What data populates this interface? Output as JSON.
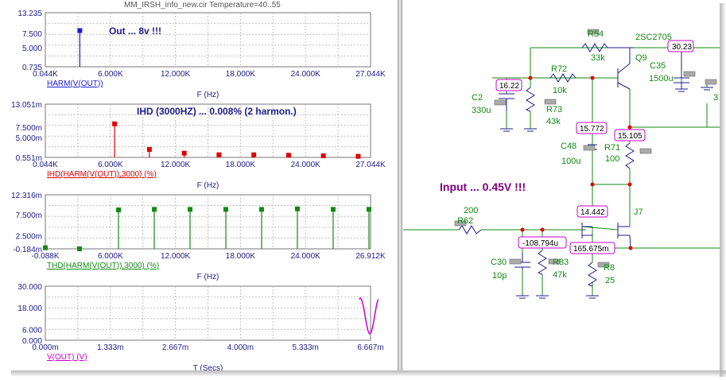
{
  "window": {
    "title": "MM_IRSH_info_new.cir Temperature=40..55"
  },
  "plots": [
    {
      "id": "harm",
      "yticks": [
        "13.235",
        "7.500",
        "5.000",
        "0.735"
      ],
      "xticks": [
        "0.044K",
        "6.000K",
        "12.000K",
        "18.000K",
        "24.000K",
        "27.044K"
      ],
      "trace_label": "HARM(V(OUT))",
      "xunit": "F (Hz)",
      "annotation": "Out ... 8v !!!",
      "color": "#1c1cdc"
    },
    {
      "id": "ihd",
      "yticks": [
        "13.051m",
        "7.500m",
        "5.000m",
        "0.551m"
      ],
      "xticks": [
        "0.044K",
        "6.000K",
        "12.000K",
        "18.000K",
        "24.000K",
        "27.044K"
      ],
      "trace_label": "IHD(HARM(V(OUT)),3000) (%)",
      "xunit": "F (Hz)",
      "annotation": "IHD (3000HZ) ... 0.008% (2 harmon.)",
      "color": "#e00000"
    },
    {
      "id": "thd",
      "yticks": [
        "12.316m",
        "7.500m",
        "2.500m",
        "-0.184m"
      ],
      "xticks": [
        "-0.088K",
        "6.000K",
        "12.000K",
        "18.000K",
        "24.000K",
        "26.912K"
      ],
      "trace_label": "THD(HARM(V(OUT)),3000) (%)",
      "xunit": "F (Hz)",
      "annotation": "",
      "color": "#138a13"
    },
    {
      "id": "vout",
      "yticks": [
        "30.000",
        "18.000",
        "6.000",
        "0.000"
      ],
      "xticks": [
        "0.000m",
        "1.333m",
        "2.667m",
        "4.000m",
        "5.333m",
        "6.667m"
      ],
      "trace_label": "V(OUT) (V)",
      "xunit": "T (Secs)",
      "annotation": "",
      "color": "#cc00cc"
    }
  ],
  "schematic": {
    "note": "Input ... 0.45V !!!",
    "components": {
      "r54": "R54",
      "r54_val": "33k",
      "q9": "Q9",
      "q9_model": "2SC2705",
      "c35": "C35",
      "c35_val": "1500u",
      "r72": "R72",
      "r72_val": "10k",
      "r73": "R73",
      "r73_val": "43k",
      "c2": "C2",
      "c2_val": "330u",
      "c48": "C48",
      "c48_val": "100u",
      "r71": "R71",
      "r71_val": "100",
      "r62": "R62",
      "r62_val": "200",
      "c30": "C30",
      "c30_val": "10p",
      "r83": "R83",
      "r83_val": "47k",
      "r8": "R8",
      "r8_val": "25",
      "j7": "J7",
      "cut_label": "3"
    },
    "node_voltages": {
      "n1": "30.23",
      "n2": "16.22",
      "n3": "15.772",
      "n4": "15.105",
      "n5": "14.442",
      "n6": "-108.794u",
      "n7": "165.675m"
    }
  }
}
